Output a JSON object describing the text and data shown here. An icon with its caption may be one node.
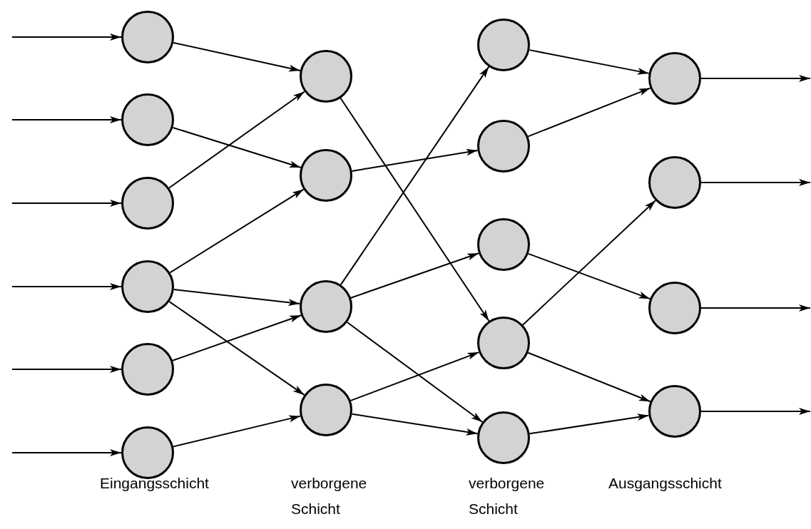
{
  "diagram": {
    "nodes": [
      {
        "text": [],
        "shape": "circle"
      },
      {
        "text": [],
        "shape": "circle"
      },
      {
        "text": [],
        "shape": "circle"
      },
      {
        "text": [],
        "shape": "circle"
      },
      {
        "text": [],
        "shape": "circle"
      },
      {
        "text": [],
        "shape": "circle"
      },
      {
        "text": [],
        "shape": "circle"
      },
      {
        "text": [],
        "shape": "circle"
      },
      {
        "text": [],
        "shape": "circle"
      },
      {
        "text": [],
        "shape": "circle"
      },
      {
        "text": [],
        "shape": "circle"
      },
      {
        "text": [],
        "shape": "circle"
      },
      {
        "text": [],
        "shape": "circle"
      },
      {
        "text": [],
        "shape": "circle"
      },
      {
        "text": [],
        "shape": "circle"
      },
      {
        "text": [],
        "shape": "circle"
      },
      {
        "text": [],
        "shape": "circle"
      },
      {
        "text": [],
        "shape": "circle"
      },
      {
        "text": [],
        "shape": "circle"
      }
    ],
    "edges": [
      {
        "from": null,
        "to": 0,
        "arrow": "to"
      },
      {
        "from": null,
        "to": 1,
        "arrow": "to"
      },
      {
        "from": null,
        "to": 2,
        "arrow": "to"
      },
      {
        "from": null,
        "to": 3,
        "arrow": "to"
      },
      {
        "from": null,
        "to": 4,
        "arrow": "to"
      },
      {
        "from": null,
        "to": 5,
        "arrow": "to"
      },
      {
        "from": 0,
        "to": 6,
        "arrow": "to"
      },
      {
        "from": 1,
        "to": 7,
        "arrow": "to"
      },
      {
        "from": 2,
        "to": 6,
        "arrow": "to"
      },
      {
        "from": 3,
        "to": 7,
        "arrow": "to"
      },
      {
        "from": 3,
        "to": 8,
        "arrow": "to"
      },
      {
        "from": 3,
        "to": 9,
        "arrow": "to"
      },
      {
        "from": 4,
        "to": 8,
        "arrow": "to"
      },
      {
        "from": 5,
        "to": 9,
        "arrow": "to"
      },
      {
        "from": 6,
        "to": 13,
        "arrow": "to"
      },
      {
        "from": 7,
        "to": 11,
        "arrow": "to"
      },
      {
        "from": 8,
        "to": 10,
        "arrow": "to"
      },
      {
        "from": 8,
        "to": 12,
        "arrow": "to"
      },
      {
        "from": 8,
        "to": 14,
        "arrow": "to"
      },
      {
        "from": 9,
        "to": 13,
        "arrow": "to"
      },
      {
        "from": 9,
        "to": 14,
        "arrow": "to"
      },
      {
        "from": 10,
        "to": 15,
        "arrow": "to"
      },
      {
        "from": 11,
        "to": 15,
        "arrow": "to"
      },
      {
        "from": 12,
        "to": 17,
        "arrow": "to"
      },
      {
        "from": 13,
        "to": 16,
        "arrow": "to"
      },
      {
        "from": 13,
        "to": 18,
        "arrow": "to"
      },
      {
        "from": 14,
        "to": 18,
        "arrow": "to"
      },
      {
        "from": 15,
        "to": null,
        "arrow": "to"
      },
      {
        "from": 16,
        "to": null,
        "arrow": "to"
      },
      {
        "from": 17,
        "to": null,
        "arrow": "to"
      },
      {
        "from": 18,
        "to": null,
        "arrow": "to"
      }
    ],
    "labels": [
      "Eingangsschicht",
      "verborgene Schicht",
      "verborgene Schicht",
      "Ausgangsschicht"
    ]
  }
}
